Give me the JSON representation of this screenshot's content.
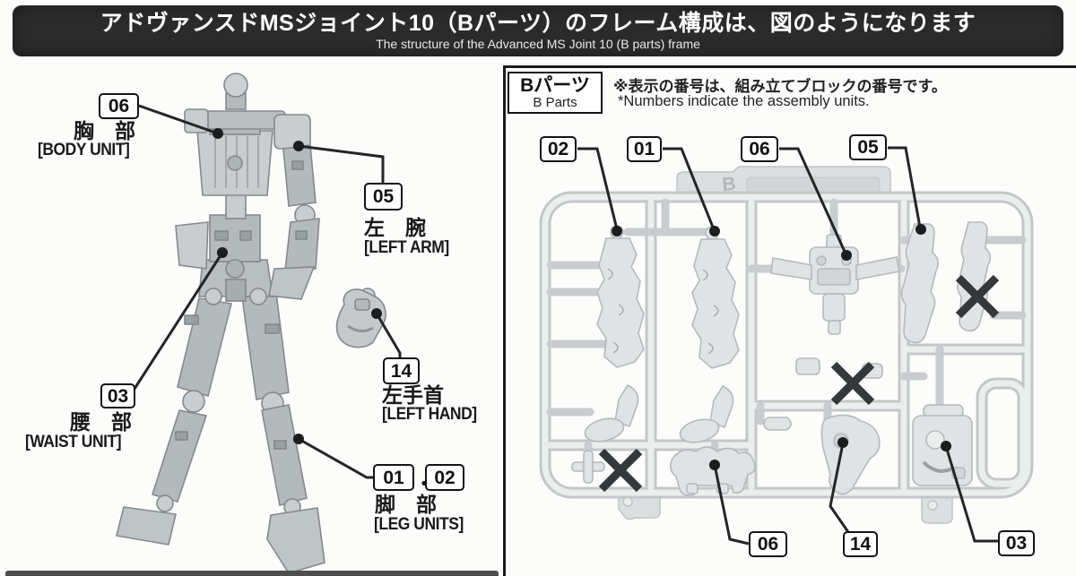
{
  "header": {
    "title_jp": "アドヴァンスドMSジョイント10（Bパーツ）のフレーム構成は、図のようになります",
    "subtitle_en": "The structure of the Advanced MS Joint 10 (B parts) frame"
  },
  "figure": {
    "callouts": {
      "body": {
        "number": "06",
        "label_jp": "胸　部",
        "label_en": "[BODY UNIT]"
      },
      "left_arm": {
        "number": "05",
        "label_jp": "左　腕",
        "label_en": "[LEFT ARM]"
      },
      "left_hand": {
        "number": "14",
        "label_jp": "左手首",
        "label_en": "[LEFT HAND]"
      },
      "waist": {
        "number": "03",
        "label_jp": "腰　部",
        "label_en": "[WAIST UNIT]"
      },
      "legs": {
        "number_a": "01",
        "separator": "・",
        "number_b": "02",
        "label_jp": "脚　部",
        "label_en": "[LEG UNITS]"
      }
    }
  },
  "parts_panel": {
    "title_jp": "Bパーツ",
    "title_en": "B Parts",
    "note_jp": "※表示の番号は、組み立てブロックの番号です。",
    "note_en": "*Numbers indicate the assembly units.",
    "runner_letter": "B",
    "top_callouts": [
      "02",
      "01",
      "06",
      "05"
    ],
    "bottom_callouts": [
      "06",
      "14",
      "03"
    ]
  },
  "colors": {
    "header_bg": "#2b2b2c",
    "line_black": "#1a1a1a",
    "figure_gray": "#b9bec0",
    "sprue_gray": "#c3c7c9",
    "x_mark": "#35383a"
  }
}
